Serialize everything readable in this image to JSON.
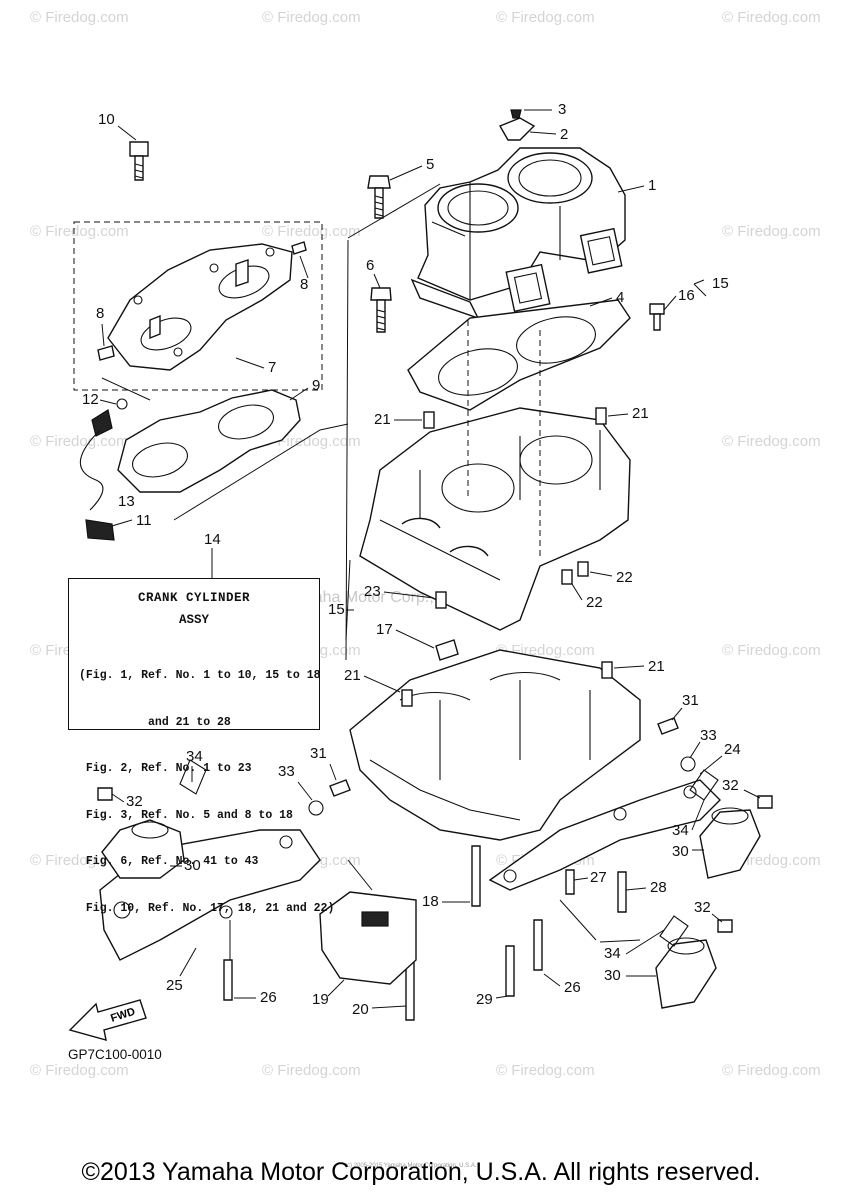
{
  "watermarks": {
    "site": "© Firedog.com",
    "middle": "Yamaha Motor Corp., U.S.A."
  },
  "diagram_code": "GP7C100-0010",
  "fwd_label": "FWD",
  "legend": {
    "title": "CRANK CYLINDER",
    "subtitle": "ASSY",
    "lines": [
      "(Fig. 1, Ref. No. 1 to 10, 15 to 18",
      "          and 21 to 28",
      " Fig. 2, Ref. No. 1 to 23",
      " Fig. 3, Ref. No. 5 and 8 to 18",
      " Fig. 6, Ref. No. 41 to 43",
      " Fig. 10, Ref. No. 17, 18, 21 and 22)"
    ]
  },
  "callouts": {
    "c1": "1",
    "c2": "2",
    "c3": "3",
    "c4": "4",
    "c5": "5",
    "c6": "6",
    "c7": "7",
    "c8": "8",
    "c9": "9",
    "c10": "10",
    "c11": "11",
    "c12": "12",
    "c13": "13",
    "c14": "14",
    "c15": "15",
    "c16": "16",
    "c17": "17",
    "c18": "18",
    "c19": "19",
    "c20": "20",
    "c21": "21",
    "c22": "22",
    "c23": "23",
    "c24": "24",
    "c25": "25",
    "c26": "26",
    "c27": "27",
    "c28": "28",
    "c29": "29",
    "c30": "30",
    "c31": "31",
    "c32": "32",
    "c33": "33",
    "c34": "34"
  },
  "copyright": "©2013 Yamaha Motor Corporation, U.S.A. All rights reserved.",
  "tiny_copyright": "(c) 2005-2015 Yamaha Motor Corporation, U.S.A."
}
